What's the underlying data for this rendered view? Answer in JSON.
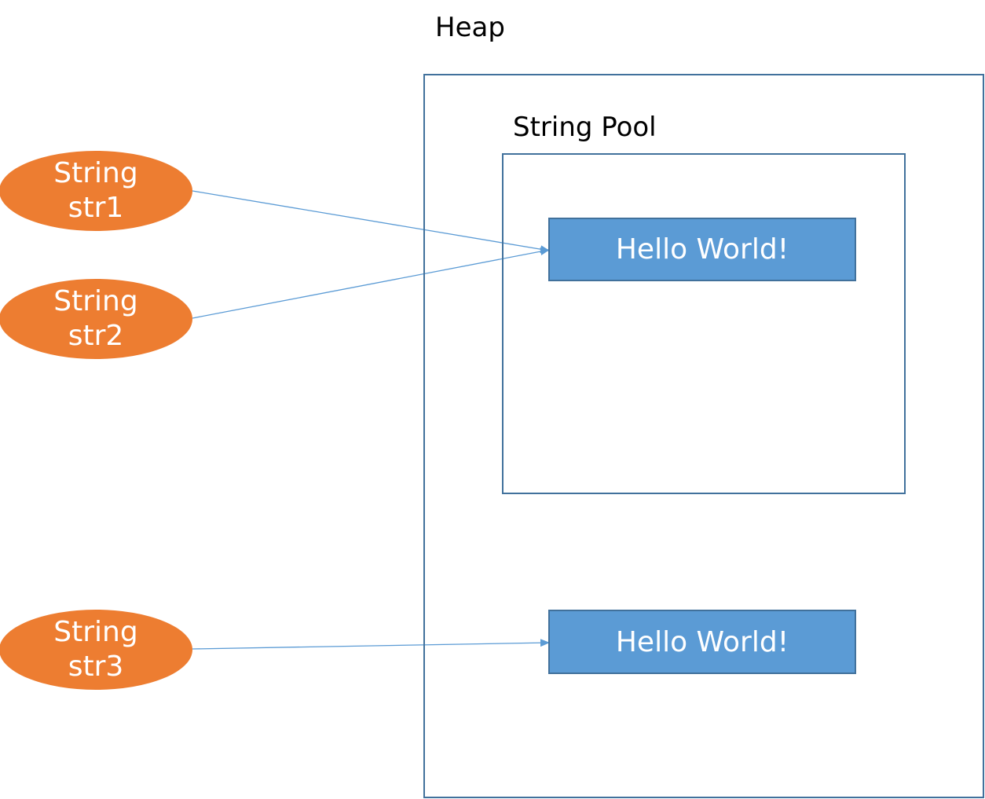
{
  "heap": {
    "label": "Heap"
  },
  "string_pool": {
    "label": "String Pool"
  },
  "objects": {
    "pooled": "Hello World!",
    "heap": "Hello World!"
  },
  "variables": [
    {
      "type_label": "String",
      "name": "str1",
      "points_to": "pooled"
    },
    {
      "type_label": "String",
      "name": "str2",
      "points_to": "pooled"
    },
    {
      "type_label": "String",
      "name": "str3",
      "points_to": "heap"
    }
  ],
  "colors": {
    "variable_fill": "#ed7d31",
    "object_fill": "#5b9bd5",
    "border": "#41719c",
    "arrow": "#5b9bd5",
    "label_text": "#000000",
    "node_text": "#ffffff"
  }
}
